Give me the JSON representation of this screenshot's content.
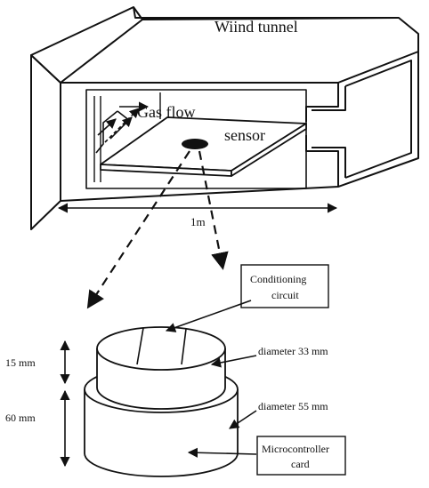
{
  "labels": {
    "wind_tunnel": "Wiind tunnel",
    "gas_flow": "Gas flow",
    "sensor": "sensor",
    "length": "1m",
    "conditioning_line1": "Conditioning",
    "conditioning_line2": "circuit",
    "height_top": "15 mm",
    "height_bottom": "60 mm",
    "diameter_top": "diameter 33 mm",
    "diameter_bottom": "diameter 55 mm",
    "microcontroller_line1": "Microcontroller",
    "microcontroller_line2": "card"
  },
  "colors": {
    "ink": "#111111",
    "paper": "#ffffff"
  }
}
